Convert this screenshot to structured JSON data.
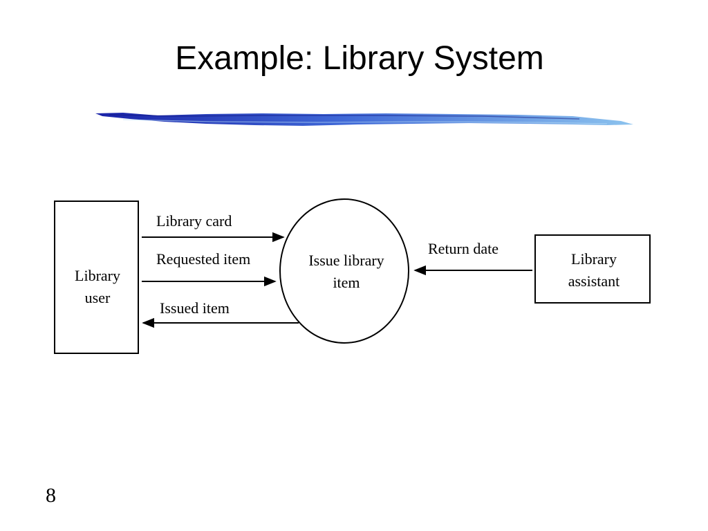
{
  "slide": {
    "title": "Example: Library System",
    "number": "8"
  },
  "diagram": {
    "entities": {
      "library_user": [
        "Library",
        "user"
      ],
      "library_assistant": [
        "Library",
        "assistant"
      ]
    },
    "process": [
      "Issue library",
      "item"
    ],
    "flows": {
      "library_card": "Library card",
      "requested_item": "Requested item",
      "issued_item": "Issued item",
      "return_date": "Return date"
    }
  },
  "colors": {
    "brush_dark": "#1a23a8",
    "brush_mid": "#3f67d6",
    "brush_light": "#8cc3ee"
  }
}
